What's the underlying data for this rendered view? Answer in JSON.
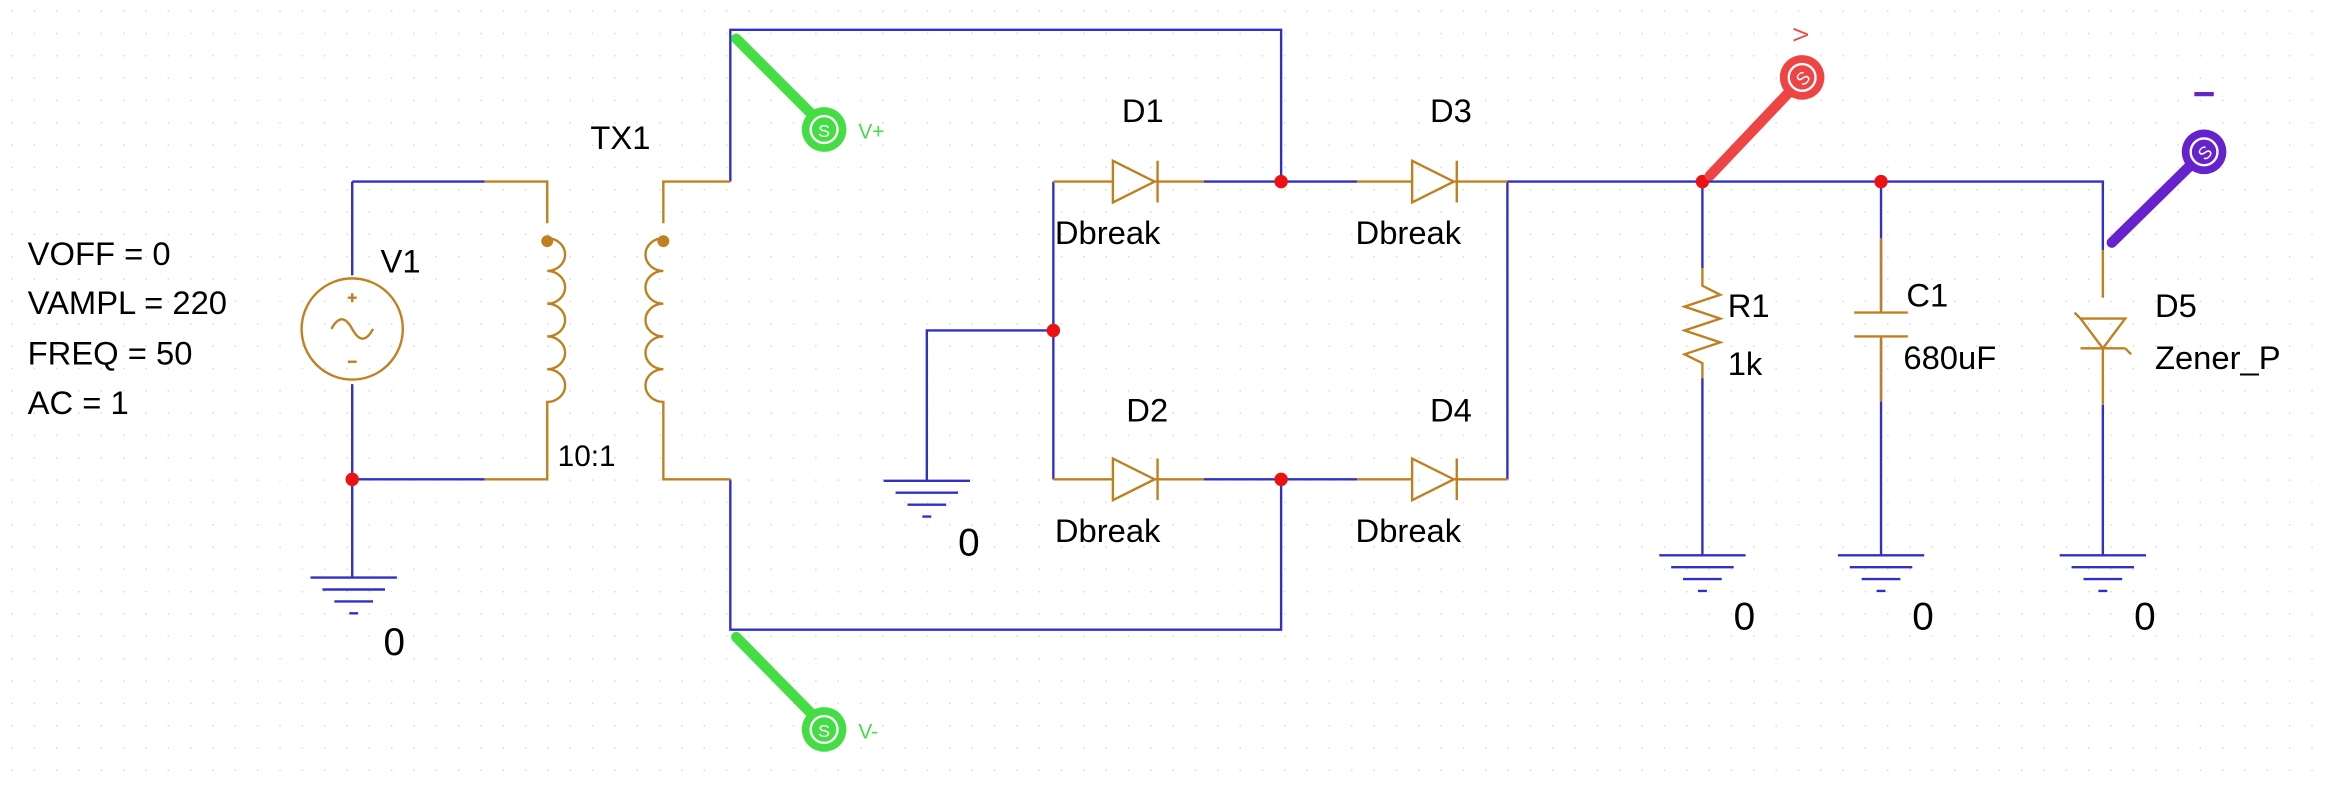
{
  "colors": {
    "wire": "#3030c8",
    "component": "#c08020",
    "node": "#ee1111",
    "probe_v_plus": "#44dd44",
    "probe_v": "#ee4444",
    "probe_minus": "#6622cc",
    "grid_dot": "#d8d8d8",
    "text": "#000000"
  },
  "source": {
    "params": [
      "VOFF = 0",
      "VAMPL = 220",
      "FREQ = 50",
      "AC = 1"
    ],
    "ref": "V1"
  },
  "transformer": {
    "ref": "TX1",
    "ratio": "10:1"
  },
  "diodes": [
    {
      "ref": "D1",
      "model": "Dbreak"
    },
    {
      "ref": "D3",
      "model": "Dbreak"
    },
    {
      "ref": "D2",
      "model": "Dbreak"
    },
    {
      "ref": "D4",
      "model": "Dbreak"
    }
  ],
  "resistor": {
    "ref": "R1",
    "value": "1k"
  },
  "capacitor": {
    "ref": "C1",
    "value": "680uF"
  },
  "zener": {
    "ref": "D5",
    "model": "Zener_P"
  },
  "grounds": [
    "0",
    "0",
    "0",
    "0",
    "0"
  ],
  "probes": {
    "v_plus": {
      "icon": "S",
      "label": "V+"
    },
    "v_minus": {
      "icon": "S",
      "label": "V-"
    },
    "v_out": {
      "icon": "S",
      "label": "V"
    },
    "differential_minus": {
      "icon": "S",
      "label": "−"
    }
  }
}
